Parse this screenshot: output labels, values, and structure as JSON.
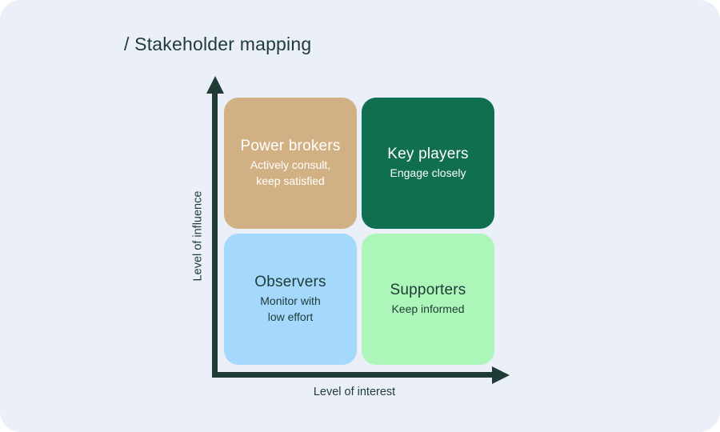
{
  "title": "/ Stakeholder mapping",
  "colors": {
    "page_bg": "#ffffff",
    "card_bg": "#ebeff7",
    "axis": "#1e3b36",
    "text_dark": "#1e3b36",
    "text_light": "#ffffff"
  },
  "axes": {
    "y_label": "Level of influence",
    "x_label": "Level of interest"
  },
  "quadrants": [
    {
      "id": "power-brokers",
      "position": "top-left",
      "title": "Power brokers",
      "subtitle_lines": [
        "Actively consult,",
        "keep satisfied"
      ],
      "bg": "#d1b183",
      "text_color": "#ffffff"
    },
    {
      "id": "key-players",
      "position": "top-right",
      "title": "Key players",
      "subtitle_lines": [
        "Engage closely"
      ],
      "bg": "#0f6f4e",
      "text_color": "#ffffff"
    },
    {
      "id": "observers",
      "position": "bottom-left",
      "title": "Observers",
      "subtitle_lines": [
        "Monitor with",
        "low effort"
      ],
      "bg": "#a4d8fc",
      "text_color": "#1e3b36"
    },
    {
      "id": "supporters",
      "position": "bottom-right",
      "title": "Supporters",
      "subtitle_lines": [
        "Keep informed"
      ],
      "bg": "#adf6b9",
      "text_color": "#1e3b36"
    }
  ]
}
